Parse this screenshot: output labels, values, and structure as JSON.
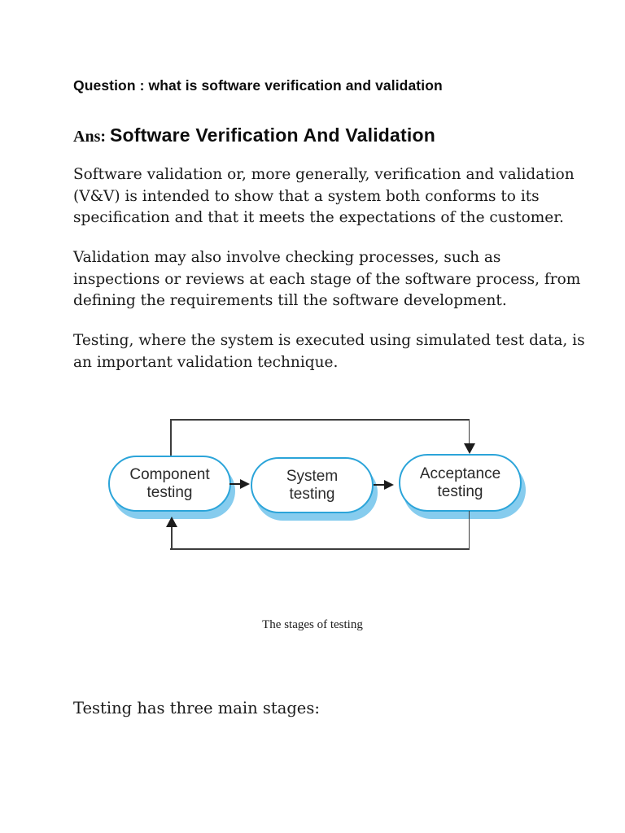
{
  "document": {
    "question_heading": "Question : what is software verification and validation",
    "answer_prefix": "Ans:",
    "answer_heading": "Software Verification And Validation",
    "paragraphs": [
      {
        "lines": [
          "Software validation or, more generally, verification and validation",
          "(V&V) is intended to show that a system both conforms to its",
          "specification and that it meets the expectations of the customer."
        ]
      },
      {
        "lines": [
          "Validation may also involve checking processes, such as",
          "inspections or reviews at each stage of the software process, from",
          "defining the requirements till the software development."
        ]
      },
      {
        "lines": [
          "Testing, where the system is executed using simulated test data, is",
          "an important validation technique."
        ]
      }
    ],
    "closing_line": "Testing has three main stages:"
  },
  "diagram": {
    "caption": "The stages of testing",
    "nodes": [
      {
        "label": "Component testing"
      },
      {
        "label": "System testing"
      },
      {
        "label": "Acceptance testing"
      }
    ],
    "flow": "Component testing -> System testing -> Acceptance testing, with feedback loop lines over the top (arrow into Acceptance testing) and under the bottom (arrow into Component testing)",
    "colors": {
      "node_border": "#2ba4d9",
      "node_shadow": "#86ccee",
      "connector": "#3d3d3d",
      "arrowhead": "#1c1c1c"
    }
  }
}
